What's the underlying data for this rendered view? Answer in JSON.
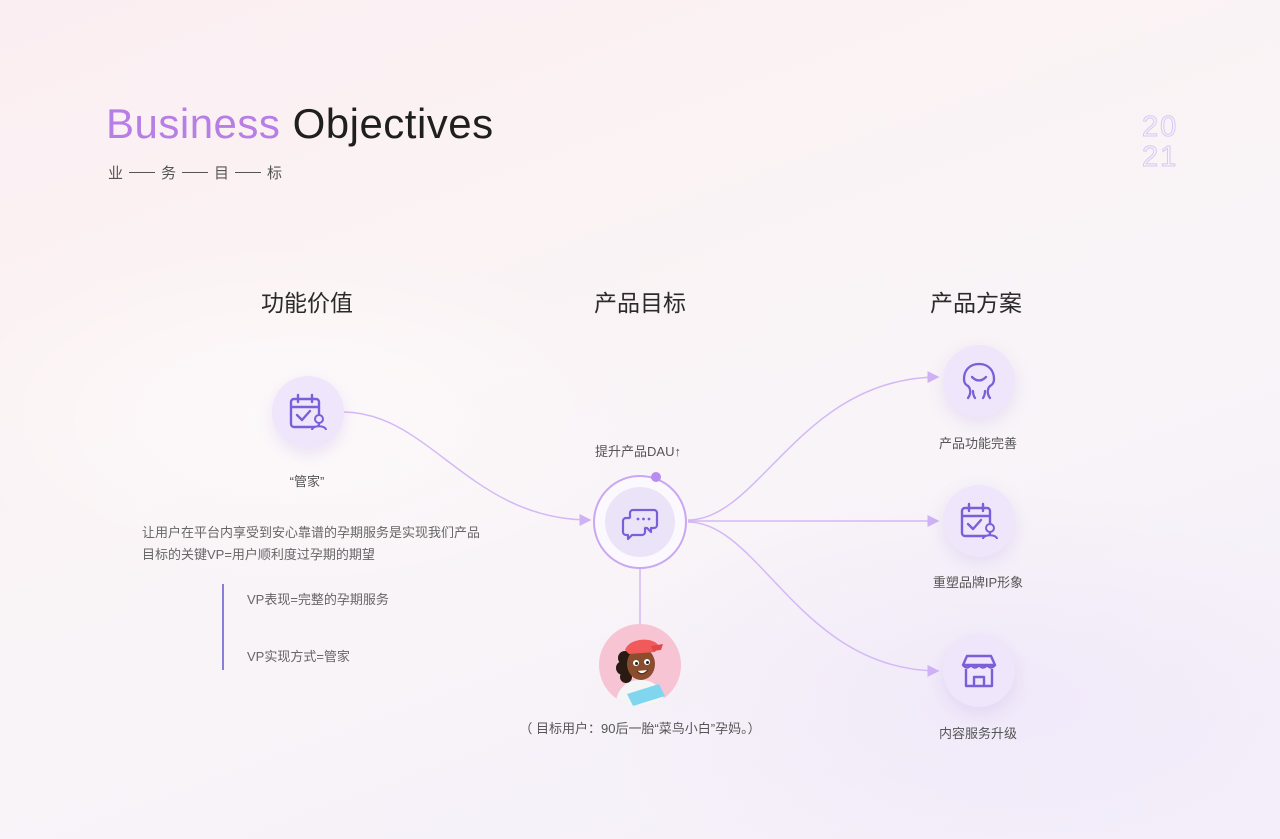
{
  "header": {
    "title_part1": "Business",
    "title_part2": "Objectives",
    "subtitle_chars": [
      "业",
      "务",
      "目",
      "标"
    ],
    "year_top": "20",
    "year_bottom": "21"
  },
  "columns": {
    "left": "功能价值",
    "center": "产品目标",
    "right": "产品方案"
  },
  "left": {
    "icon": "calendar-user-icon",
    "label": "“管家”",
    "description": "让用户在平台内享受到安心靠谱的孕期服务是实现我们产品目标的关键VP=用户顺利度过孕期的期望",
    "vp_items": [
      "VP表现=完整的孕期服务",
      "VP实现方式=管家"
    ]
  },
  "center": {
    "goal_label": "提升产品DAU↑",
    "icon": "chat-bubble-icon",
    "avatar": "user-avatar",
    "target_user": "（ 目标用户：90后一胎“菜鸟小白”孕妈。）"
  },
  "right": {
    "items": [
      {
        "label": "产品功能完善",
        "icon": "smiling-face-icon"
      },
      {
        "label": "重塑品牌IP形象",
        "icon": "calendar-user-icon"
      },
      {
        "label": "内容服务升级",
        "icon": "store-icon"
      }
    ]
  },
  "colors": {
    "accent": "#b77ee6",
    "icon_stroke": "#7b5fd8",
    "line": "#d4b8f6"
  }
}
